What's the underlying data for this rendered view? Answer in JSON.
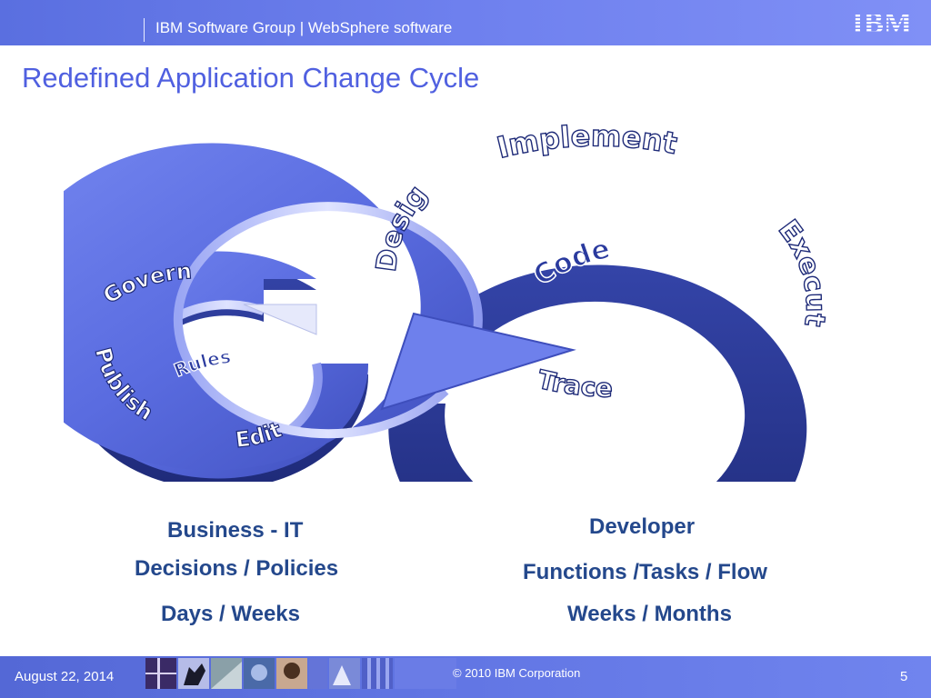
{
  "header": {
    "group_text": "IBM Software Group | WebSphere software",
    "logo_text": "IBM"
  },
  "title": "Redefined Application Change Cycle",
  "diagram": {
    "small_ring": {
      "center_label": "Rules",
      "labels": [
        "Govern",
        "Publish",
        "Edit"
      ]
    },
    "large_ring": {
      "center_label": "Code",
      "labels": [
        "Implement",
        "Design",
        "Execute",
        "Trace"
      ]
    }
  },
  "left_caption": {
    "audience": "Business - IT",
    "artifacts": "Decisions / Policies",
    "timeframe": "Days / Weeks"
  },
  "right_caption": {
    "audience": "Developer",
    "artifacts": "Functions /Tasks / Flow",
    "timeframe": "Weeks / Months"
  },
  "footer": {
    "date": "August 22, 2014",
    "copyright": "© 2010 IBM Corporation",
    "page_number": "5"
  },
  "colors": {
    "header_bg": "#6e80ee",
    "title": "#5060e0",
    "ring_face": "#5a6ce0",
    "caption": "#24488c",
    "footer_bg": "#6276e4"
  }
}
